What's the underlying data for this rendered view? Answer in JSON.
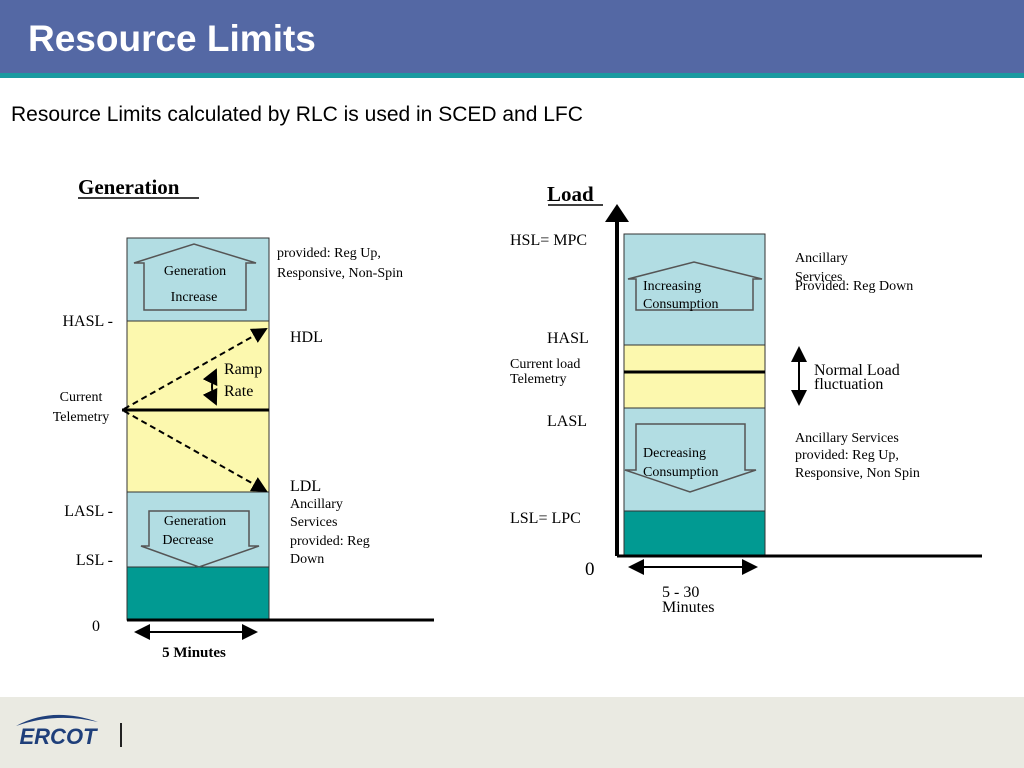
{
  "slide": {
    "title": "Resource Limits",
    "subtitle": "Resource Limits calculated by RLC is used in SCED and LFC"
  },
  "colors": {
    "title_bar": "#5468a4",
    "title_stripe": "#1a9aa0",
    "light_blue": "#b2dde3",
    "yellow": "#fcf8ae",
    "teal": "#019a92",
    "footer": "#eaeae2"
  },
  "generation": {
    "heading": "Generation",
    "box_top": [
      "Generation",
      "Increase"
    ],
    "box_bottom": [
      "Generation",
      "Decrease"
    ],
    "top_note": [
      "provided: Reg Up,",
      "Responsive, Non-Spin"
    ],
    "hasl": "HASL -",
    "current_telemetry": [
      "Current",
      "Telemetry"
    ],
    "lasl": "LASL -",
    "lsl": "LSL -",
    "zero": "0",
    "hdl": "HDL",
    "ramp_rate": [
      "Ramp",
      "Rate"
    ],
    "ldl_block": [
      "LDL",
      "Ancillary",
      "Services",
      "provided: Reg",
      "Down"
    ],
    "time_span": "5 Minutes"
  },
  "load": {
    "heading": "Load",
    "hsl": "HSL= MPC",
    "hasl": "HASL",
    "current_load": [
      "Current load",
      "Telemetry"
    ],
    "lasl": "LASL",
    "lsl": "LSL= LPC",
    "zero": "0",
    "box_top": [
      "Increasing",
      "Consumption"
    ],
    "box_bottom": [
      "Decreasing",
      "Consumption"
    ],
    "top_note_a": [
      "Ancillary",
      "Services"
    ],
    "top_note_b": "Provided: Reg Down",
    "normal_load": [
      "Normal Load",
      "fluctuation"
    ],
    "bottom_note": [
      "Ancillary Services",
      "provided: Reg Up,",
      "Responsive, Non Spin"
    ],
    "time_span": [
      "5 -  30",
      "Minutes"
    ]
  },
  "footer": {
    "logo": "ERCOT"
  }
}
